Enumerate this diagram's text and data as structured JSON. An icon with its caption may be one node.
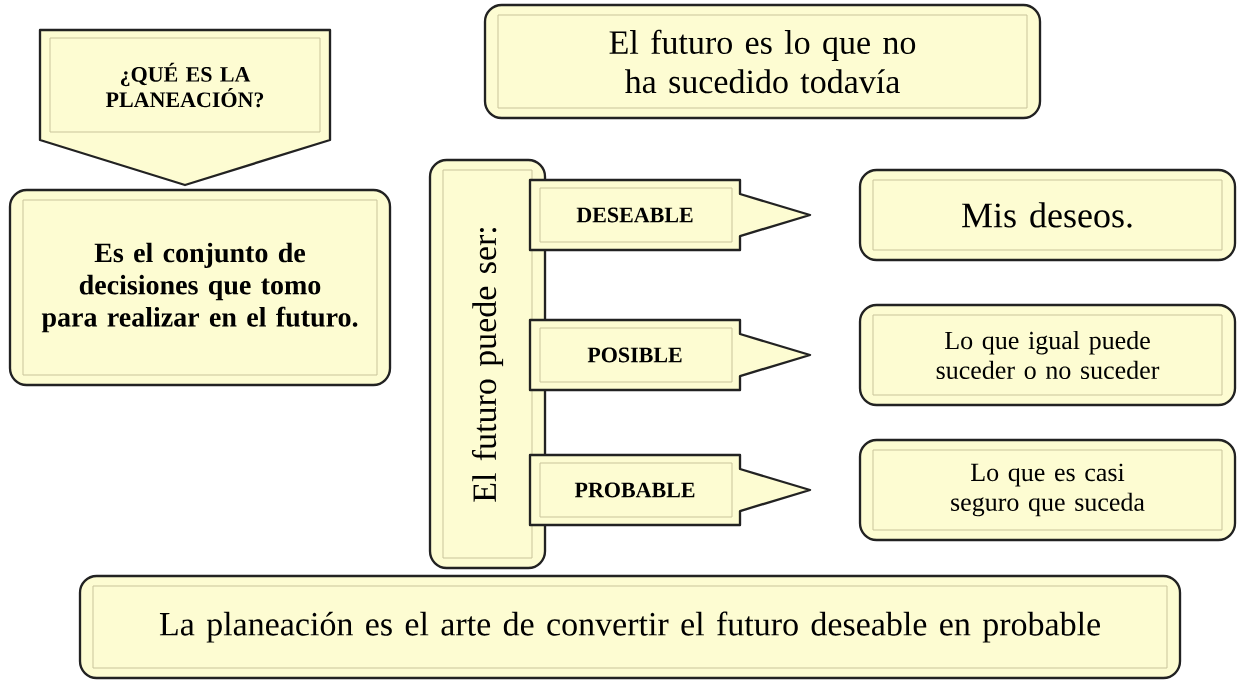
{
  "diagram": {
    "nodes": [
      {
        "text": [
          "¿QUÉ ES LA PLANEACIÓN?"
        ]
      },
      {
        "text": [
          "Es el conjunto de decisiones que tomo para realizar en el futuro."
        ]
      },
      {
        "text": [
          "El futuro es lo que no ha sucedido todavía"
        ]
      },
      {
        "text": [
          "El futuro puede ser:"
        ]
      },
      {
        "text": [
          "DESEABLE"
        ]
      },
      {
        "text": [
          "Mis deseos."
        ]
      },
      {
        "text": [
          "POSIBLE"
        ]
      },
      {
        "text": [
          "Lo que igual puede suceder o no suceder"
        ]
      },
      {
        "text": [
          "PROBABLE"
        ]
      },
      {
        "text": [
          "Lo que es casi seguro que suceda"
        ]
      },
      {
        "text": [
          "La planeación es el arte de convertir el futuro deseable en probable"
        ]
      }
    ]
  }
}
